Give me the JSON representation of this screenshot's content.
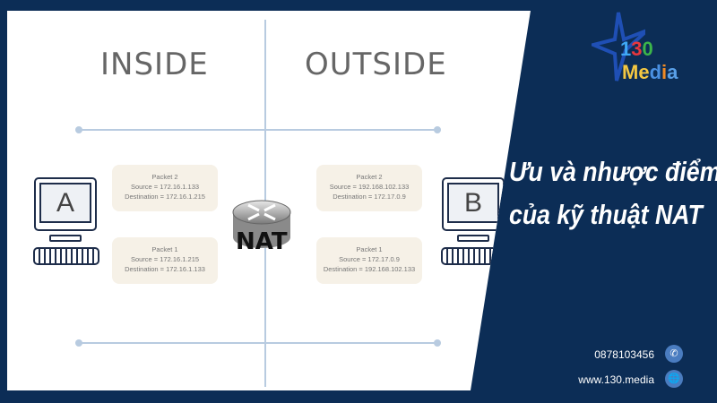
{
  "diagram": {
    "inside_label": "INSIDE",
    "outside_label": "OUTSIDE",
    "computer_a": "A",
    "computer_b": "B",
    "nat_label": "NAT",
    "inside_packets": [
      {
        "title": "Packet 2",
        "source": "Source = 172.16.1.133",
        "destination": "Destination = 172.16.1.215"
      },
      {
        "title": "Packet 1",
        "source": "Source = 172.16.1.215",
        "destination": "Destination = 172.16.1.133"
      }
    ],
    "outside_packets": [
      {
        "title": "Packet 2",
        "source": "Source = 192.168.102.133",
        "destination": "Destination = 172.17.0.9"
      },
      {
        "title": "Packet 1",
        "source": "Source = 172.17.0.9",
        "destination": "Destination = 192.168.102.133"
      }
    ]
  },
  "brand": {
    "logo_number": "130",
    "logo_word": "Media"
  },
  "title": {
    "line1": "Ưu và nhược điểm",
    "line2": "của kỹ thuật NAT"
  },
  "contact": {
    "phone": "0878103456",
    "website": "www.130.media",
    "phone_icon": "phone-icon",
    "web_icon": "globe-icon"
  },
  "colors": {
    "background": "#0c2d56",
    "accent": "#4a7cc0"
  }
}
